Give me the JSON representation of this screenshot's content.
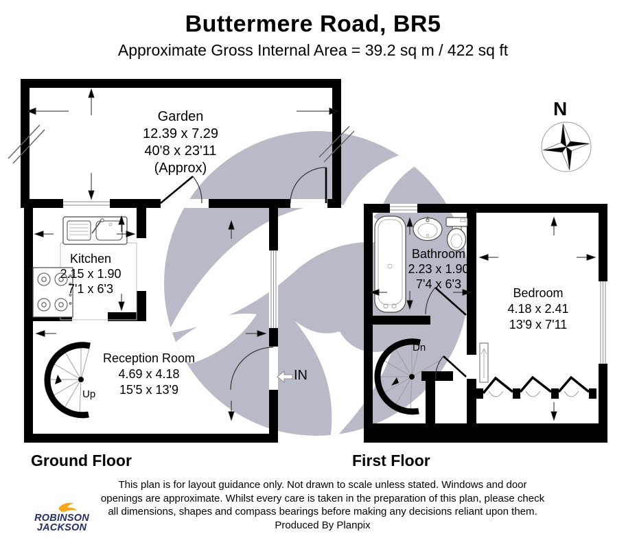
{
  "header": {
    "title": "Buttermere Road, BR5",
    "subtitle": "Approximate Gross Internal Area = 39.2 sq m / 422 sq ft"
  },
  "compass": {
    "north_label": "N"
  },
  "rooms": {
    "garden": {
      "name": "Garden",
      "metric": "12.39 x 7.29",
      "imperial": "40'8 x 23'11",
      "note": "(Approx)"
    },
    "kitchen": {
      "name": "Kitchen",
      "metric": "2.15 x 1.90",
      "imperial": "7'1 x 6'3"
    },
    "reception": {
      "name": "Reception Room",
      "metric": "4.69 x 4.18",
      "imperial": "15'5 x 13'9"
    },
    "bathroom": {
      "name": "Bathroom",
      "metric": "2.23 x 1.90",
      "imperial": "7'4 x 6'3"
    },
    "bedroom": {
      "name": "Bedroom",
      "metric": "4.18 x 2.41",
      "imperial": "13'9 x 7'11"
    }
  },
  "stairs": {
    "up_label": "Up",
    "down_label": "Dn"
  },
  "entrance": {
    "label": "IN"
  },
  "floors": {
    "ground_label": "Ground Floor",
    "first_label": "First Floor"
  },
  "footer": {
    "disclaimer": "This plan is for layout guidance only. Not drawn to scale unless stated. Windows and door openings are approximate. Whilst every care is taken in the preparation of this plan, please check all dimensions, shapes and compass bearings before making any decisions reliant upon them.",
    "produced_by": "Produced By Planpix"
  },
  "logo": {
    "line1": "ROBINSON",
    "line2": "JACKSON"
  },
  "colors": {
    "wall": "#000000",
    "watermark_gray": "#b9bac7",
    "logo_navy": "#242e68",
    "logo_gold": "#f2a71c"
  }
}
